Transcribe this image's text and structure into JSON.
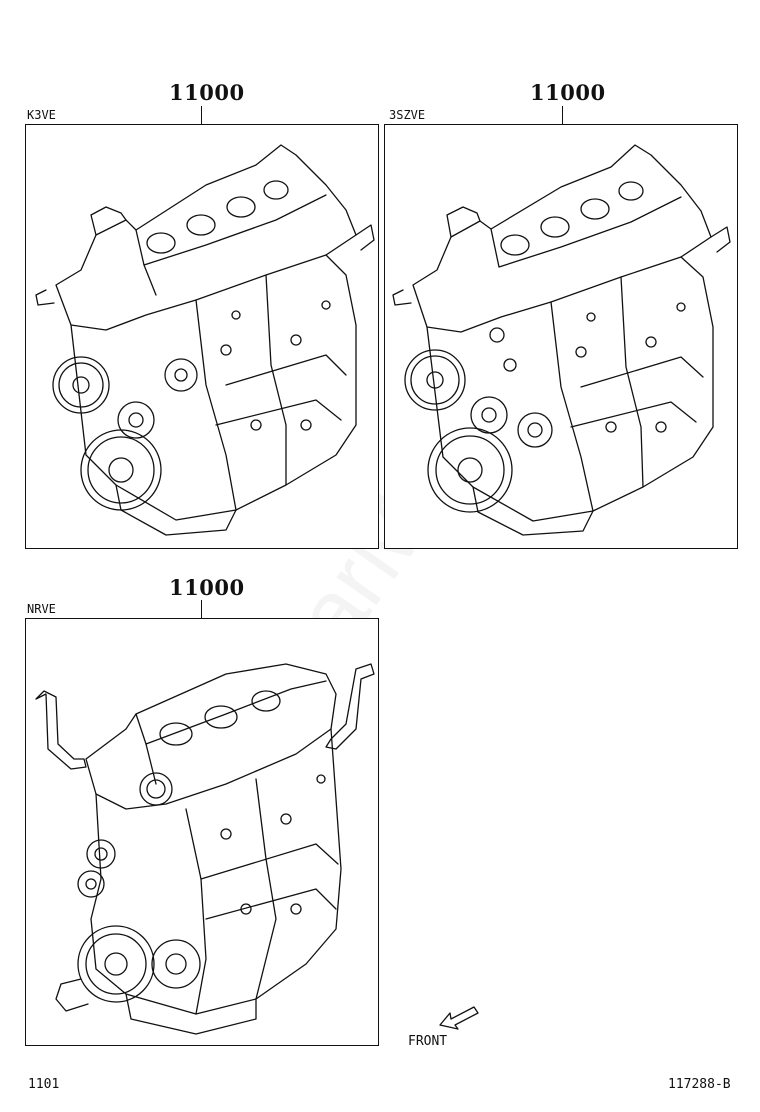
{
  "panels": [
    {
      "variant": "K3VE",
      "part_number": "11000"
    },
    {
      "variant": "3SZVE",
      "part_number": "11000"
    },
    {
      "variant": "NRVE",
      "part_number": "11000"
    }
  ],
  "direction": {
    "label": "FRONT",
    "icon": "front-arrow-icon"
  },
  "footer": {
    "page_code": "1101",
    "figure_id": "117288-B"
  },
  "watermark": {
    "text": "ToyotaCarMaster.ru"
  }
}
